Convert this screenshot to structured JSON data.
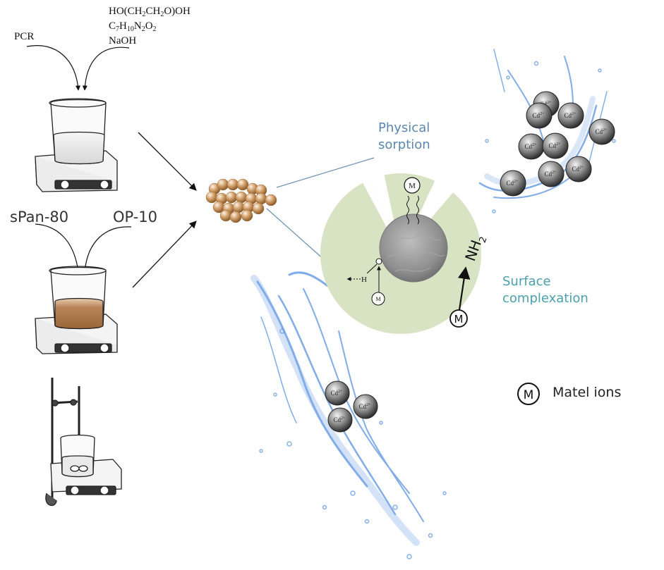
{
  "figure": {
    "description": "Schematic of adsorbent microsphere synthesis and Cd2+ adsorption mechanism",
    "colors": {
      "mechanism_disc": "#d8e3c4",
      "physical_label": "#5a86b0",
      "surface_label": "#4aa0ad",
      "water_splash": "#6a9ee6",
      "bead": "#c8955e",
      "cd_ion": "#555555"
    }
  },
  "synthesis": {
    "step1": {
      "inputs": {
        "left": "PCR",
        "right_lines": [
          "HO(CH2CH2O)OH",
          "C7H10N2O2",
          "NaOH"
        ]
      },
      "apparatus": "beaker-on-hotplate-clear-solution"
    },
    "step2": {
      "inputs": {
        "left": "sPan-80",
        "right": "OP-10"
      },
      "apparatus": "beaker-on-hotplate-brown-solution"
    },
    "step3": {
      "apparatus": "beaker-with-overhead-stirrer-on-hotplate"
    },
    "product": "microsphere-cluster"
  },
  "mechanism": {
    "physical_sorption": [
      "Physical",
      "sorption"
    ],
    "surface_complexation": [
      "Surface",
      "complexation"
    ],
    "groups": {
      "amine": "NH",
      "amine_sub": "2",
      "hydrogen": "H",
      "metal": "M"
    }
  },
  "ions": {
    "label": "Cd",
    "charge": "2+",
    "top_right_count": 9,
    "bottom_count": 3
  },
  "legend": {
    "symbol": "M",
    "text": "Matel ions"
  }
}
